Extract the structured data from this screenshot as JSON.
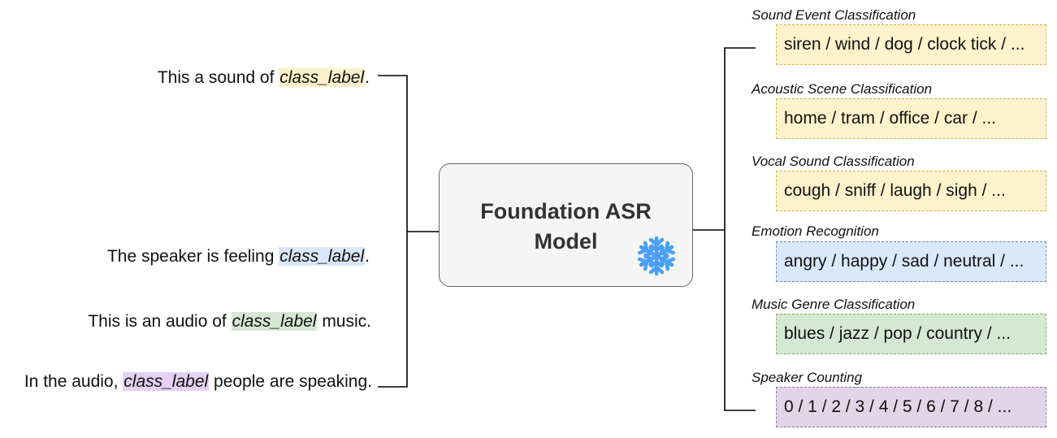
{
  "model": {
    "line1": "Foundation ASR",
    "line2": "Model",
    "icon": "snowflake-icon"
  },
  "prompts": [
    {
      "pre": "This a sound of ",
      "label": "class_label",
      "post": ".",
      "color": "#fcefcc"
    },
    {
      "pre": "The speaker is feeling ",
      "label": "class_label",
      "post": ".",
      "color": "#dae6f9"
    },
    {
      "pre": "This is an audio of ",
      "label": "class_label",
      "post": " music.",
      "color": "#d6e8d4"
    },
    {
      "pre": "In the audio, ",
      "label": "class_label",
      "post": " people are speaking.",
      "color": "#e6d0f4"
    }
  ],
  "tasks": [
    {
      "title": "Sound Event Classification",
      "classes": "siren / wind / dog / clock tick / ...",
      "fill": "#fff2cc",
      "border": "#d6b656"
    },
    {
      "title": "Acoustic Scene Classification",
      "classes": "home / tram / office / car / ...",
      "fill": "#fff2cc",
      "border": "#d6b656"
    },
    {
      "title": "Vocal Sound Classification",
      "classes": "cough / sniff / laugh / sigh / ...",
      "fill": "#fff2cc",
      "border": "#d6b656"
    },
    {
      "title": "Emotion Recognition",
      "classes": "angry / happy / sad / neutral / ...",
      "fill": "#dae8fc",
      "border": "#6c8ebf"
    },
    {
      "title": "Music Genre Classification",
      "classes": "blues / jazz / pop / country / ...",
      "fill": "#d5e8d4",
      "border": "#82b366"
    },
    {
      "title": "Speaker Counting",
      "classes": "0 / 1 / 2 / 3 / 4 / 5 / 6 / 7 / 8 / ...",
      "fill": "#e1d5e7",
      "border": "#9673a6"
    }
  ]
}
